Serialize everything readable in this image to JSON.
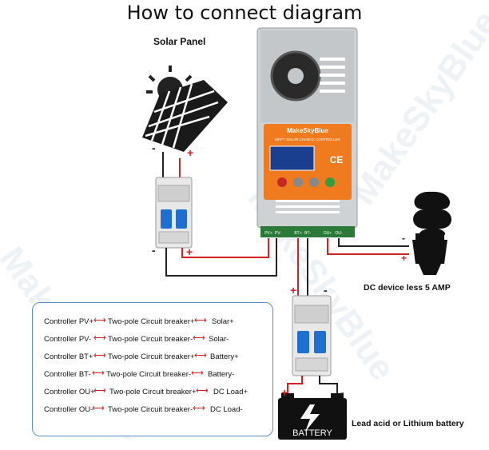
{
  "title": "How to connect diagram",
  "solar_panel_label": "Solar Panel",
  "device_label": "DC device less 5 AMP",
  "battery_label": "Lead acid or Lithium battery",
  "battery_text": "BATTERY",
  "controller": {
    "brand": "MakeSkyBlue",
    "subtitle": "MPPT SOLAR CHARGE CONTROLLER",
    "ce": "CE",
    "terminals": [
      "PV+",
      "PV-",
      "BT+",
      "BT-",
      "OU+",
      "OU-"
    ]
  },
  "polarity": {
    "minus": "-",
    "plus": "+"
  },
  "watermark": "MakeSkyBlue",
  "legend_rows": [
    {
      "a": "Controller PV+",
      "b": "Two-pole Circuit breaker+",
      "c": "Solar+"
    },
    {
      "a": "Controller PV-",
      "b": "Two-pole Circuit breaker-",
      "c": "Solar-"
    },
    {
      "a": "Controller BT+",
      "b": "Two-pole Circuit breaker+",
      "c": "Battery+"
    },
    {
      "a": "Controller BT-",
      "b": "Two-pole Circuit breaker-",
      "c": "Battery-"
    },
    {
      "a": "Controller OU+",
      "b": "Two-pole Circuit breaker+",
      "c": "DC Load+"
    },
    {
      "a": "Controller OU-",
      "b": "Two-pole Circuit breaker-",
      "c": "DC Load-"
    }
  ],
  "arrow_glyph": "⟷",
  "colors": {
    "wire_red": "#d42020",
    "wire_dark": "#222222",
    "controller_orange": "#f07a1e",
    "breaker_blue": "#1e6fd2",
    "legend_border": "#5a8ad0"
  }
}
